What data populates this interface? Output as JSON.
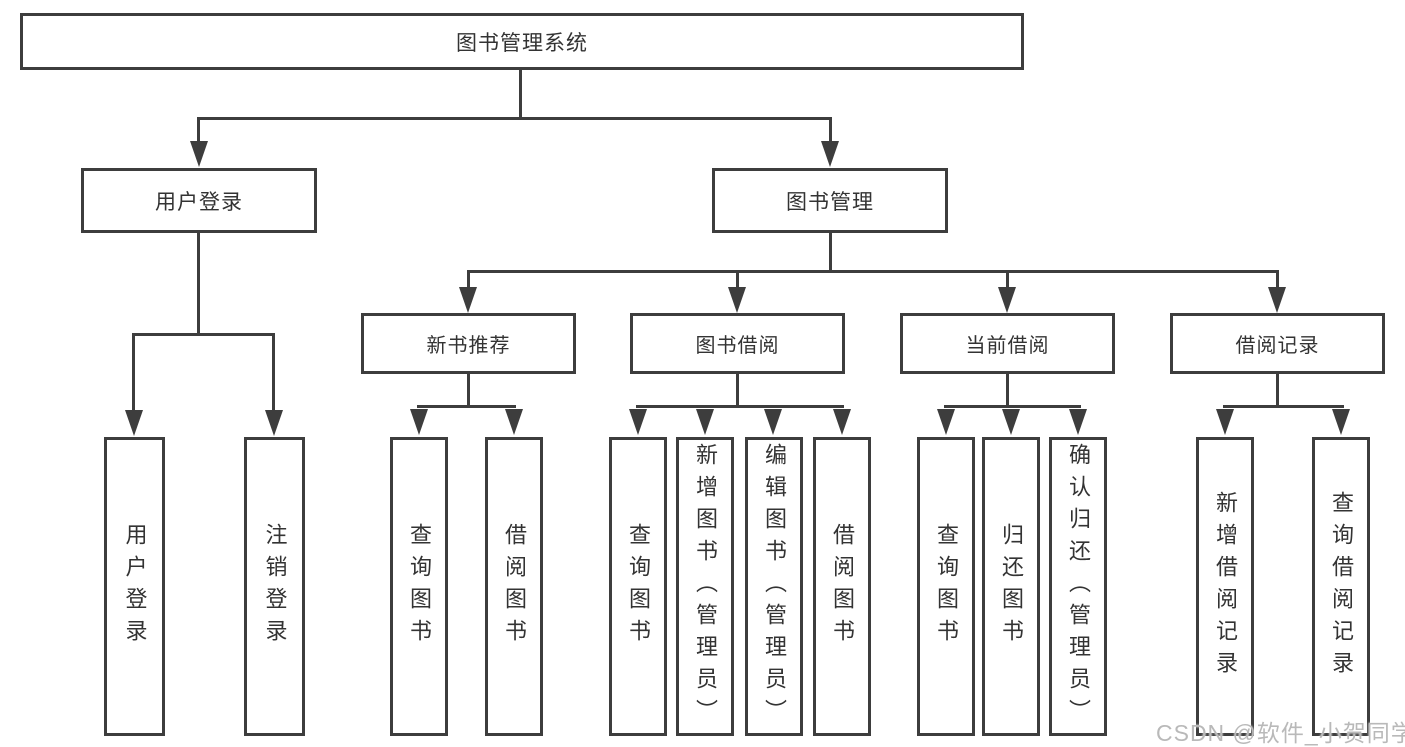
{
  "root": {
    "label": "图书管理系统"
  },
  "branches": [
    {
      "label": "用户登录",
      "children": [
        {
          "label": "用户登录"
        },
        {
          "label": "注销登录"
        }
      ]
    },
    {
      "label": "图书管理",
      "children": [
        {
          "label": "新书推荐",
          "children": [
            {
              "label": "查询图书"
            },
            {
              "label": "借阅图书"
            }
          ]
        },
        {
          "label": "图书借阅",
          "children": [
            {
              "label": "查询图书"
            },
            {
              "label": "新增图书（管理员）"
            },
            {
              "label": "编辑图书（管理员）"
            },
            {
              "label": "借阅图书"
            }
          ]
        },
        {
          "label": "当前借阅",
          "children": [
            {
              "label": "查询图书"
            },
            {
              "label": "归还图书"
            },
            {
              "label": "确认归还（管理员）"
            }
          ]
        },
        {
          "label": "借阅记录",
          "children": [
            {
              "label": "新增借阅记录"
            },
            {
              "label": "查询借阅记录"
            }
          ]
        }
      ]
    }
  ],
  "watermark": {
    "text": "CSDN @软件_小贺同学",
    "color": "#b9b9b9"
  },
  "colors": {
    "line": "#3d3d3d",
    "text": "#333333",
    "background": "#ffffff"
  }
}
